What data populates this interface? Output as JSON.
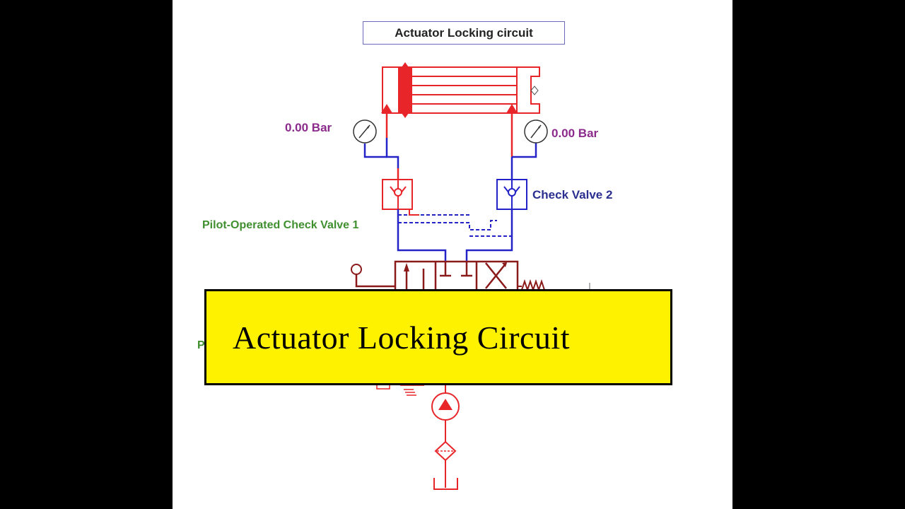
{
  "diagram": {
    "title": "Actuator Locking circuit",
    "gauge_left_reading": "0.00 Bar",
    "gauge_right_reading": "0.00 Bar",
    "check_valve_2_label": "Check Valve 2",
    "pilot_check_valve_label": "Pilot-Operated Check Valve 1",
    "partial_label": "P"
  },
  "overlay": {
    "banner_title": "Actuator Locking Circuit"
  },
  "colors": {
    "background": "#000000",
    "canvas": "#ffffff",
    "active_line": "#e8262a",
    "idle_line": "#2323c8",
    "banner": "#fff200",
    "pressure_text": "#8b2a8b",
    "check_valve_text": "#2b2f8f",
    "pilot_valve_text": "#3f8f2f"
  }
}
